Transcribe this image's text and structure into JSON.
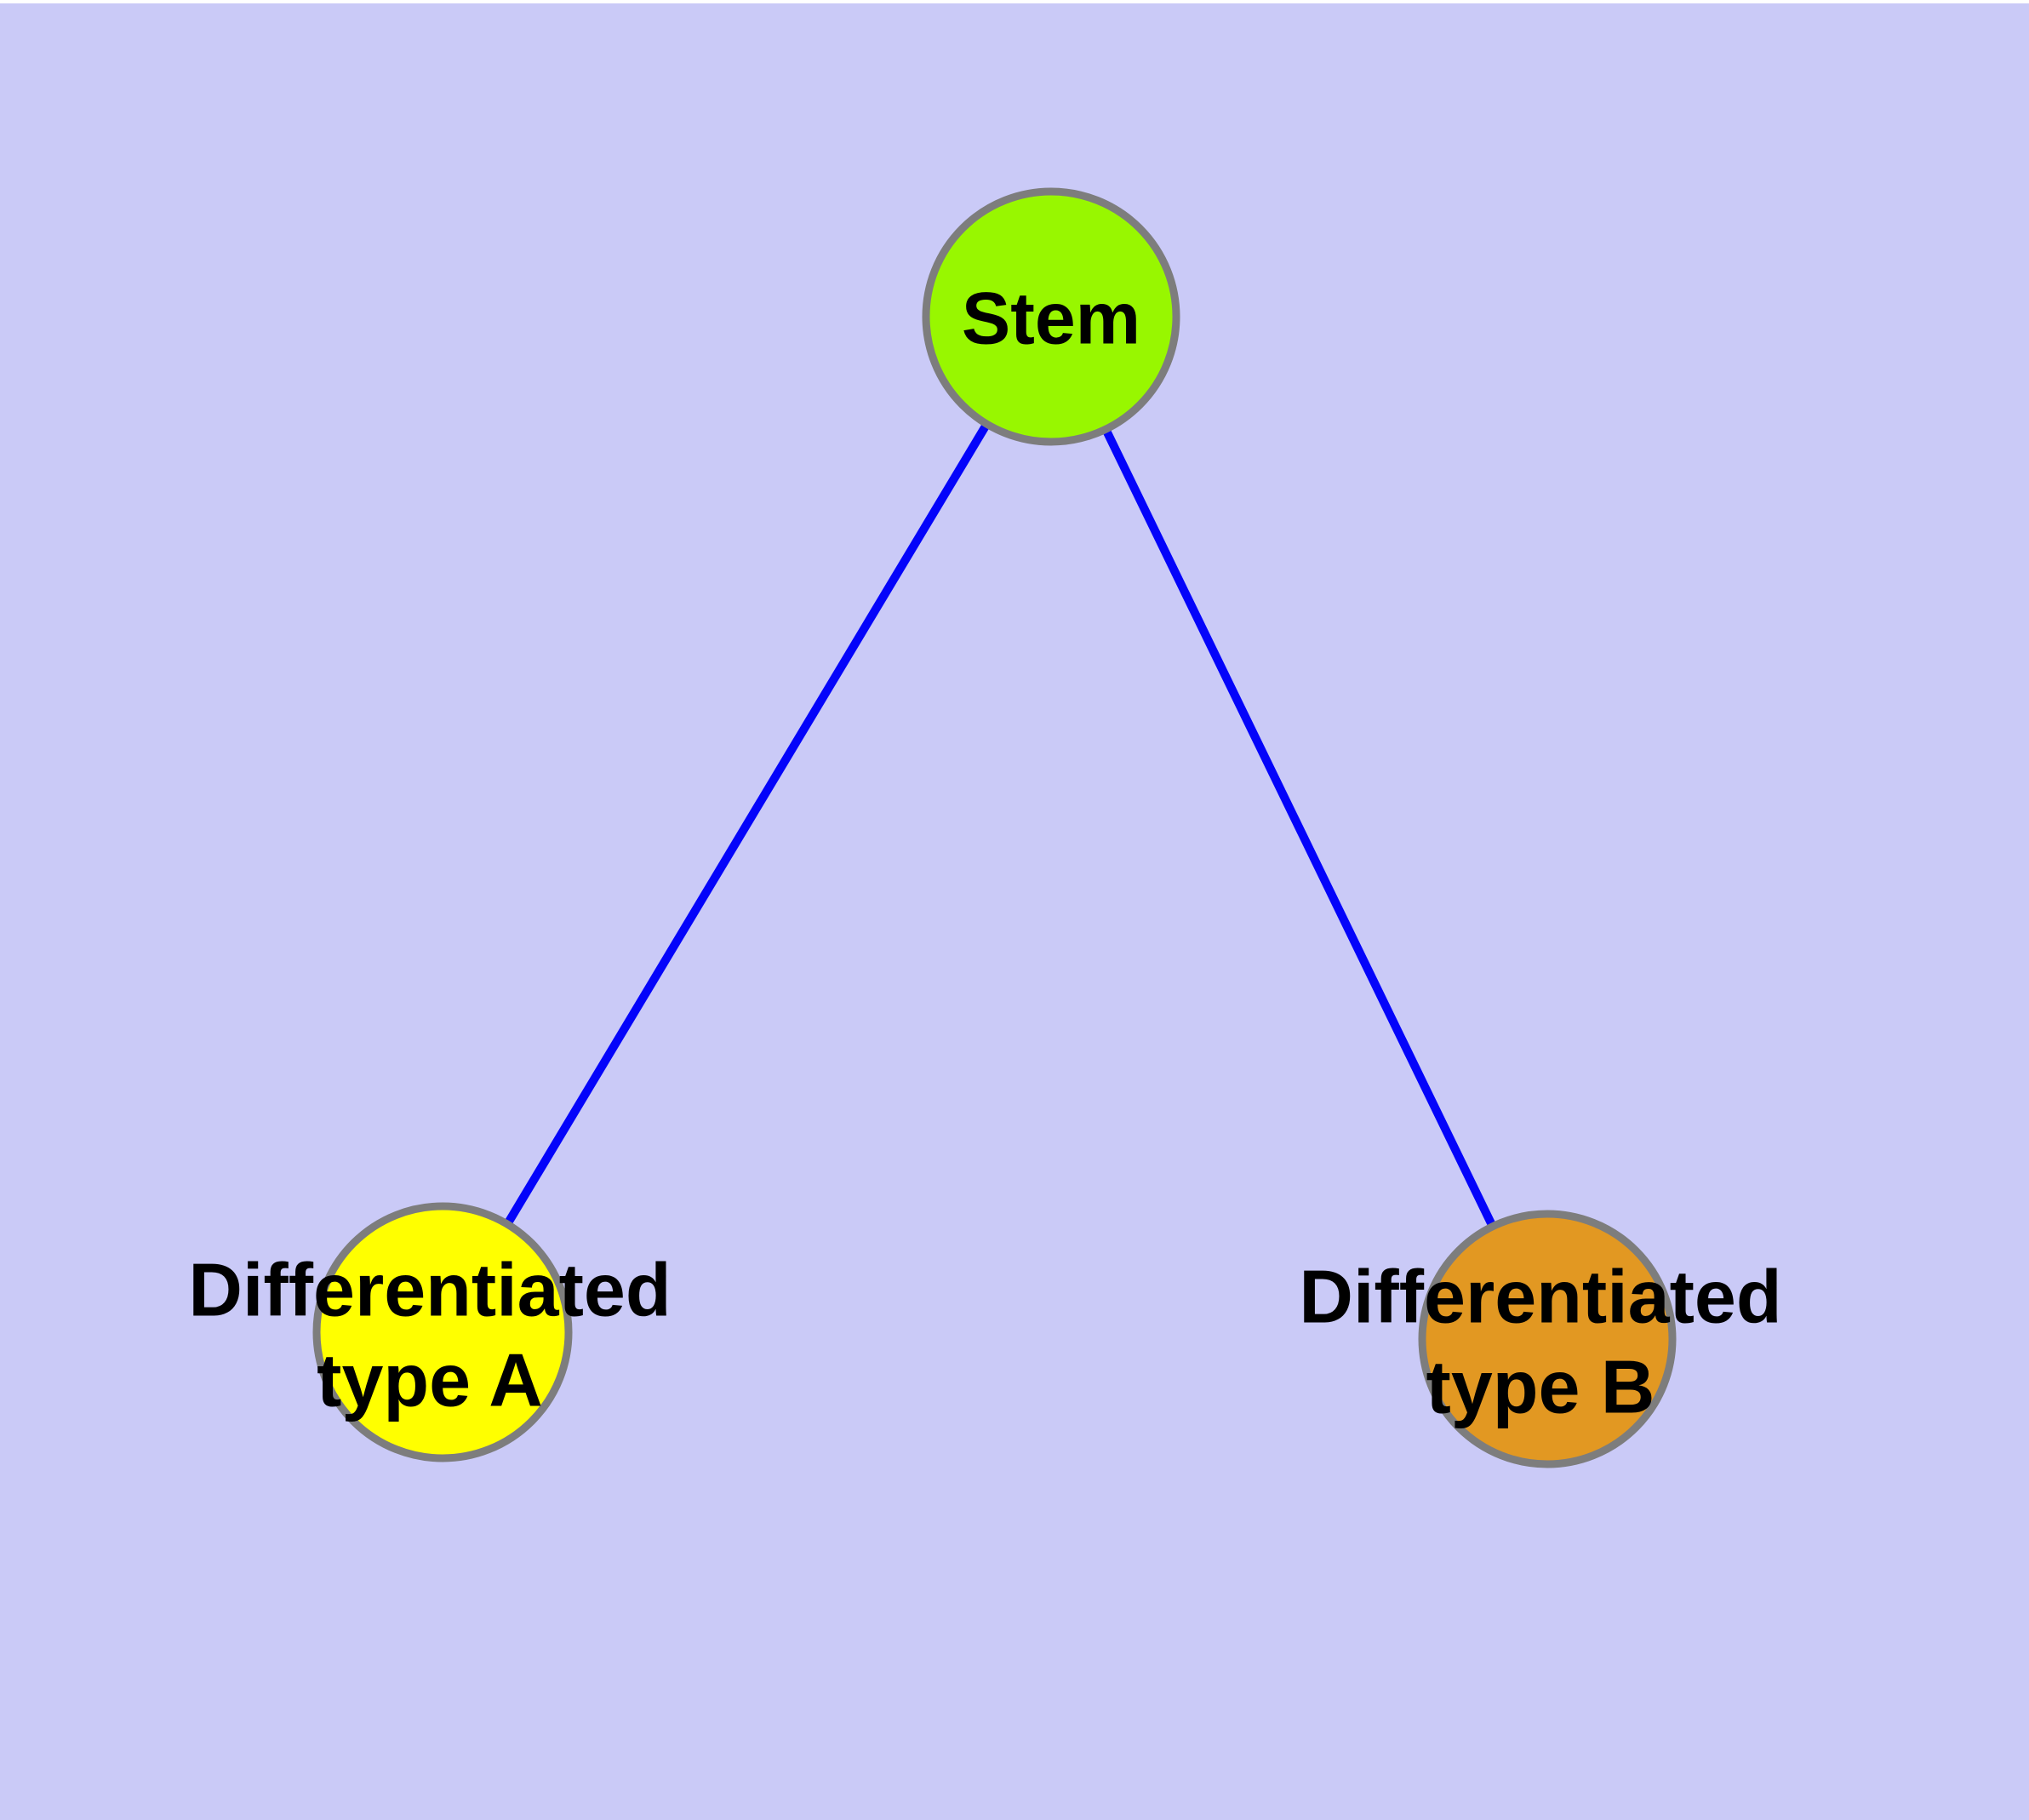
{
  "diagram": {
    "background_color": "#cacaf7",
    "node_border_color": "#7d7d7d",
    "text_color": "#000000",
    "nodes": [
      {
        "id": "stem",
        "label": "Stem",
        "lines": [
          "Stem"
        ],
        "color": "#98f700"
      },
      {
        "id": "differentiated-type-a",
        "label": "Differentiated type A",
        "lines": [
          "Differentiated",
          "type A"
        ],
        "color": "#ffff00"
      },
      {
        "id": "differentiated-type-b",
        "label": "Differentiated type B",
        "lines": [
          "Differentiated",
          "type B"
        ],
        "color": "#e29822"
      }
    ],
    "edges": [
      {
        "from": "stem",
        "to": "differentiated-type-a",
        "color": "#0404fa"
      },
      {
        "from": "stem",
        "to": "differentiated-type-b",
        "color": "#0404fa"
      }
    ]
  }
}
